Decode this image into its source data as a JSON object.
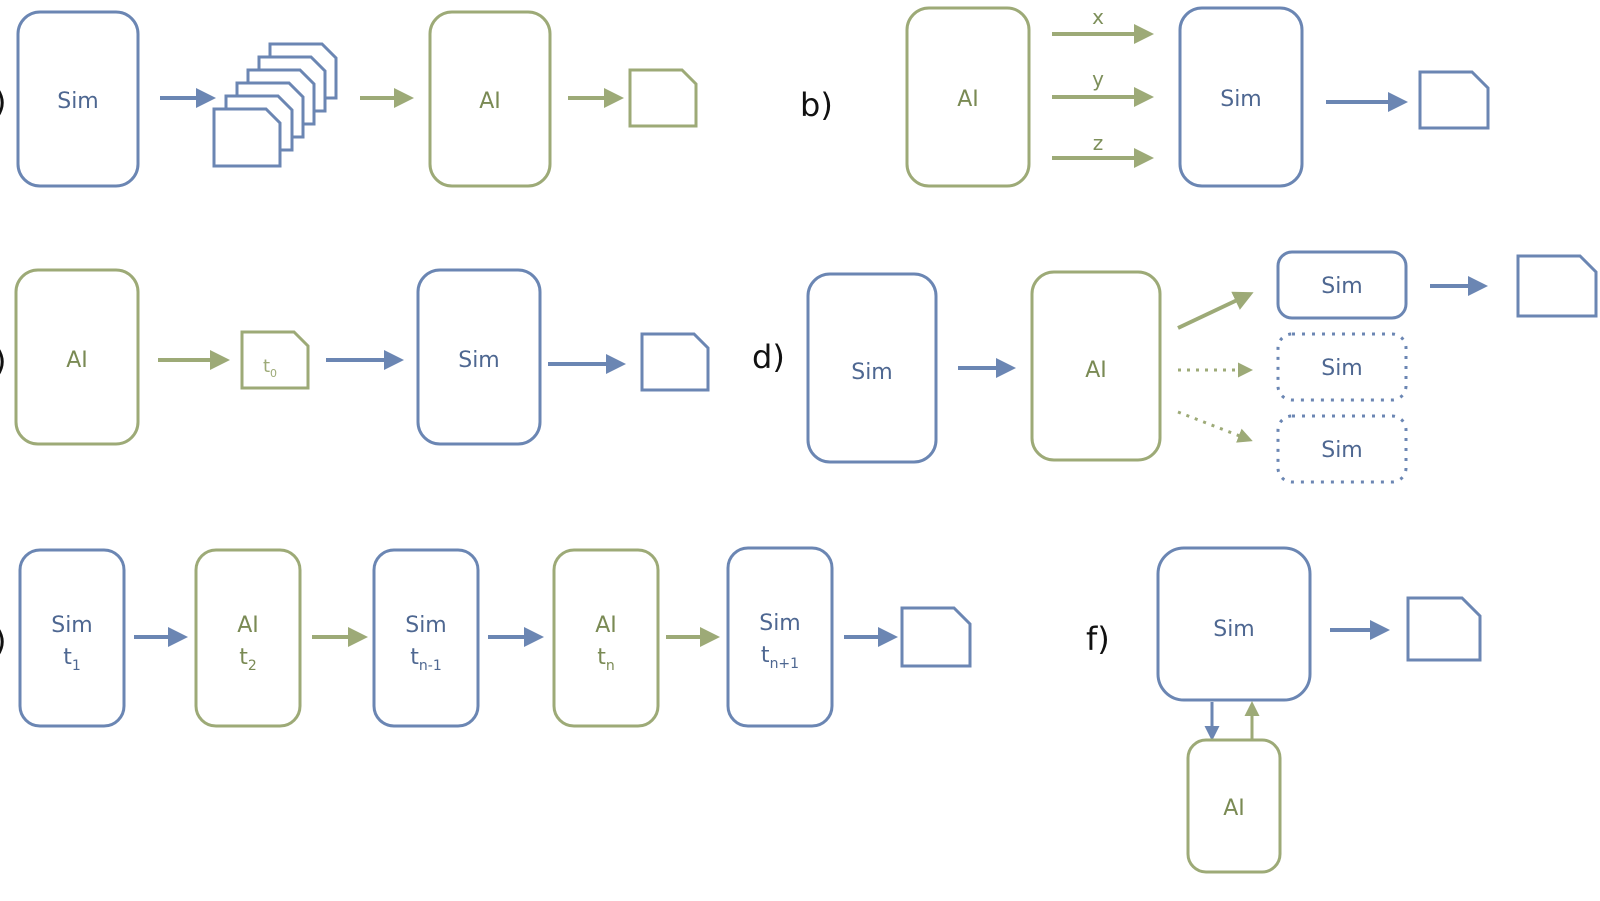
{
  "colors": {
    "sim": "#6b86b3",
    "ai": "#9daa77",
    "sim_text": "#4e6791",
    "ai_text": "#7a8a54",
    "label": "#111111"
  },
  "labels": {
    "sim": "Sim",
    "ai": "AI"
  },
  "panels": {
    "a": {
      "label": ")"
    },
    "b": {
      "label": "b)",
      "x": "x",
      "y": "y",
      "z": "z"
    },
    "c": {
      "label": ")",
      "t0_base": "t",
      "t0_sub": "0"
    },
    "d": {
      "label": "d)"
    },
    "e": {
      "label": ")",
      "t_base": "t",
      "subs": [
        "1",
        "2",
        "n-1",
        "n",
        "n+1"
      ]
    },
    "f": {
      "label": "f)"
    }
  }
}
